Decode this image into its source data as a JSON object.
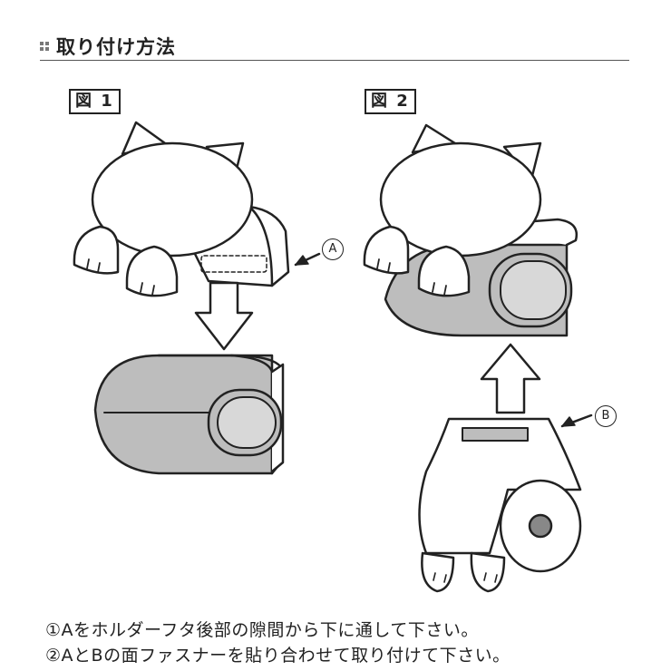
{
  "header": {
    "title": "取り付け方法"
  },
  "figures": {
    "fig1": {
      "label": "図 1"
    },
    "fig2": {
      "label": "図 2"
    }
  },
  "callouts": {
    "a": "A",
    "b": "B"
  },
  "instructions": [
    "①Aをホルダーフタ後部の隙間から下に通して下さい。",
    "②AとBの面ファスナーを貼り合わせて取り付けて下さい。"
  ],
  "colors": {
    "fill_gray": "#bdbdbd",
    "stroke": "#222222",
    "roll_core": "#888888"
  }
}
